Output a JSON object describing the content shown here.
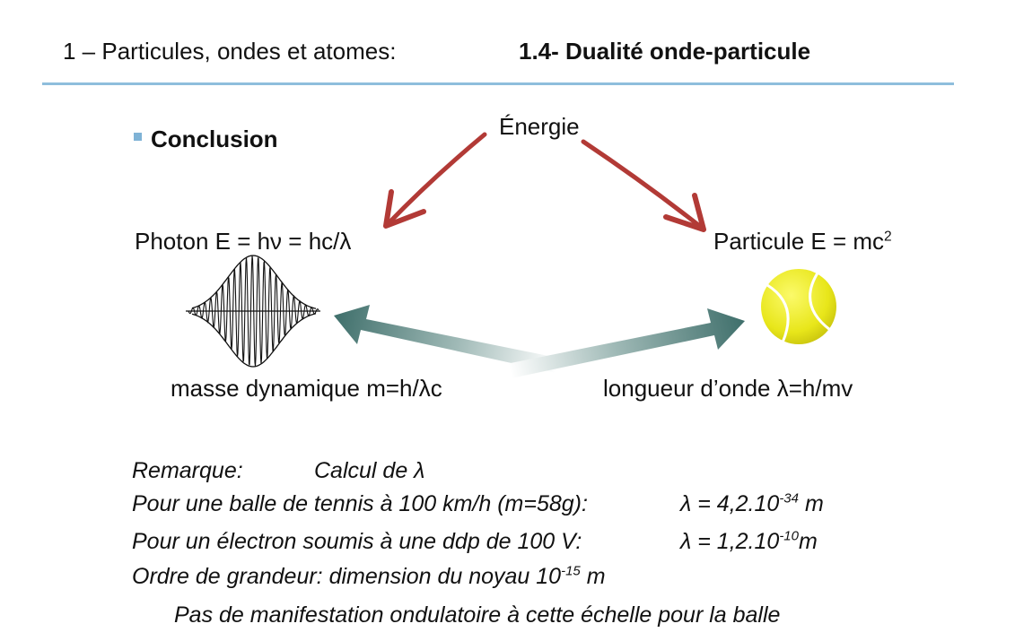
{
  "header": {
    "chapter": "1 – Particules, ondes et atomes:",
    "section": "1.4- Dualité onde-particule"
  },
  "slide": {
    "heading": "Conclusion",
    "energy_label": "Énergie",
    "photon_label": "Photon E = hν = hc/λ",
    "particle_label": "Particule  E = mc",
    "particle_exp": "2",
    "mass_label": "masse dynamique m=h/λc",
    "wavelength_label": "longueur d’onde λ=h/mv"
  },
  "remark": {
    "title": "Remarque:",
    "calc": "Calcul de λ",
    "tennis_text": "Pour une balle de tennis à 100 km/h (m=58g):",
    "tennis_value": "λ = 4,2.10",
    "tennis_exp": "-34",
    "tennis_unit": " m",
    "electron_text": "Pour un électron soumis à une ddp de 100 V:",
    "electron_value": "λ = 1,2.10",
    "electron_exp": "-10",
    "electron_unit": "m",
    "order_text": "Ordre de grandeur: dimension du noyau 10",
    "order_exp": "-15",
    "order_unit": " m",
    "conclusion_line": "Pas de manifestation ondulatoire à cette échelle pour la balle"
  },
  "colors": {
    "rule": "#8fbedc",
    "red_arrow": "#b23a36",
    "teal_arrow": "#3f6f6b",
    "tennis_ball": "#e8e61a"
  }
}
